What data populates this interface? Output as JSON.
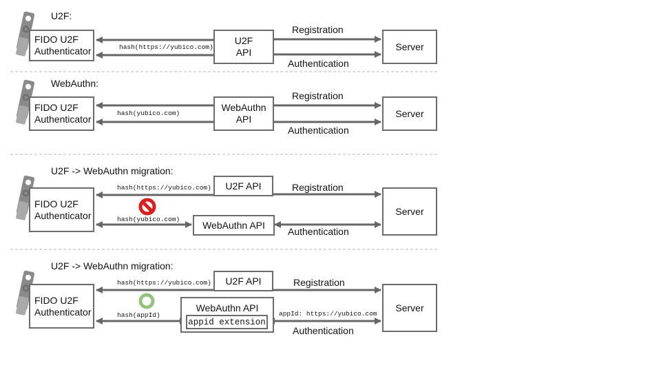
{
  "sections": [
    {
      "title": "U2F:",
      "authenticator": "FIDO U2F\nAuthenticator",
      "api": "U2F\nAPI",
      "hash": "hash(https://yubico.com)",
      "server": "Server",
      "registration": "Registration",
      "authentication": "Authentication"
    },
    {
      "title": "WebAuthn:",
      "authenticator": "FIDO U2F\nAuthenticator",
      "api": "WebAuthn\nAPI",
      "hash": "hash(yubico.com)",
      "server": "Server",
      "registration": "Registration",
      "authentication": "Authentication"
    },
    {
      "title": "U2F -> WebAuthn migration:",
      "authenticator": "FIDO U2F\nAuthenticator",
      "u2f_api": "U2F API",
      "webauthn_api": "WebAuthn API",
      "hash_u2f": "hash(https://yubico.com)",
      "hash_webauthn": "hash(yubico.com)",
      "server": "Server",
      "registration": "Registration",
      "authentication": "Authentication",
      "status_icon": "prohibited-icon",
      "status_color": "#e01b1b"
    },
    {
      "title": "U2F -> WebAuthn migration:",
      "authenticator": "FIDO U2F\nAuthenticator",
      "u2f_api": "U2F API",
      "webauthn_api": "WebAuthn API",
      "extension": "appid extension",
      "hash_u2f": "hash(https://yubico.com)",
      "hash_appid": "hash(appId)",
      "appid_note": "appId: https://yubico.com",
      "server": "Server",
      "registration": "Registration",
      "authentication": "Authentication",
      "status_icon": "ok-circle-icon",
      "status_color": "#93c47d"
    }
  ],
  "colors": {
    "line": "#666666",
    "divider": "#b7b7b7",
    "key_body": "#8a8a8a"
  }
}
